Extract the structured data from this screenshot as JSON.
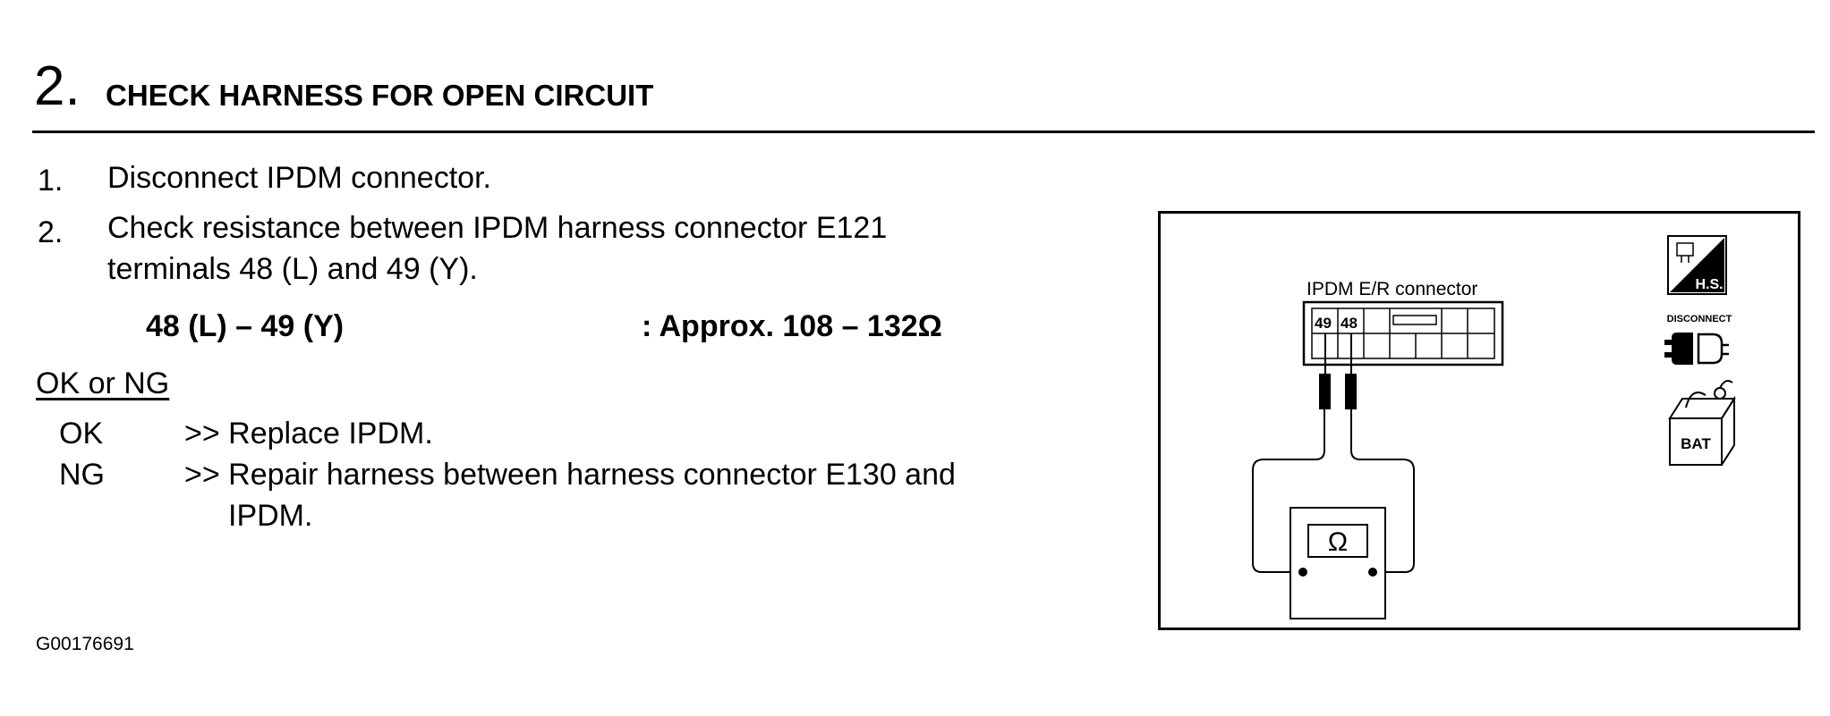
{
  "header": {
    "step_number": "2.",
    "title": "CHECK HARNESS FOR OPEN CIRCUIT"
  },
  "steps": [
    {
      "number": "1.",
      "lines": [
        "Disconnect IPDM connector."
      ]
    },
    {
      "number": "2.",
      "lines": [
        "Check resistance between IPDM harness connector E121",
        "terminals 48 (L) and 49 (Y)."
      ]
    }
  ],
  "spec": {
    "label": "48 (L) – 49 (Y)",
    "value": ": Approx. 108 – 132Ω"
  },
  "result": {
    "heading": "OK or NG",
    "ok": {
      "code": "OK",
      "action": ">> Replace IPDM."
    },
    "ng": {
      "code": "NG",
      "action_lines": [
        ">> Repair harness between harness connector E130 and",
        "IPDM."
      ]
    }
  },
  "figure": {
    "connector_label": "IPDM E/R connector",
    "terminal_49": "49",
    "terminal_48": "48",
    "meter_symbol": "Ω",
    "icons": {
      "harness_side": "H.S.",
      "disconnect": "DISCONNECT",
      "battery": "BAT"
    }
  },
  "figure_id": "G00176691"
}
